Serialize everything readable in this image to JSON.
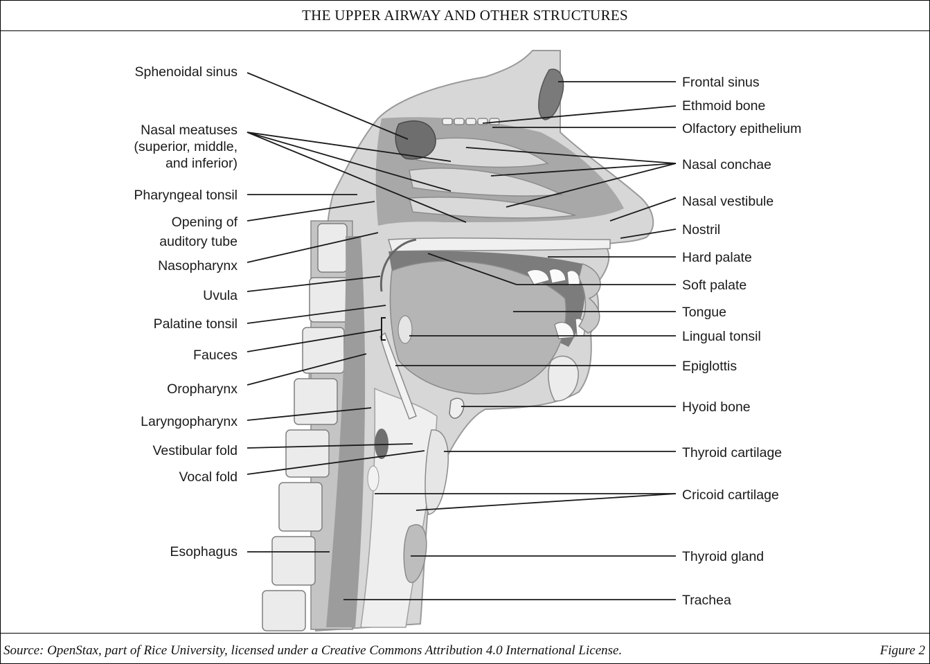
{
  "title": "THE UPPER AIRWAY AND OTHER STRUCTURES",
  "source": "Source: OpenStax, part of Rice University, licensed under a Creative Commons Attribution 4.0 International License.",
  "figure": "Figure 2",
  "labels": {
    "left": [
      "Sphenoidal sinus",
      [
        "Nasal meatuses",
        "(superior, middle,",
        "and inferior)"
      ],
      "Pharyngeal tonsil",
      [
        "Opening of",
        "auditory tube"
      ],
      "Nasopharynx",
      "Uvula",
      "Palatine tonsil",
      "Fauces",
      "Oropharynx",
      "Laryngopharynx",
      "Vestibular fold",
      "Vocal fold",
      "Esophagus"
    ],
    "right": [
      "Frontal sinus",
      "Ethmoid bone",
      "Olfactory epithelium",
      "Nasal conchae",
      "Nasal vestibule",
      "Nostril",
      "Hard palate",
      "Soft palate",
      "Tongue",
      "Lingual tonsil",
      "Epiglottis",
      "Hyoid bone",
      "Thyroid cartilage",
      "Cricoid cartilage",
      "Thyroid gland",
      "Trachea"
    ]
  }
}
